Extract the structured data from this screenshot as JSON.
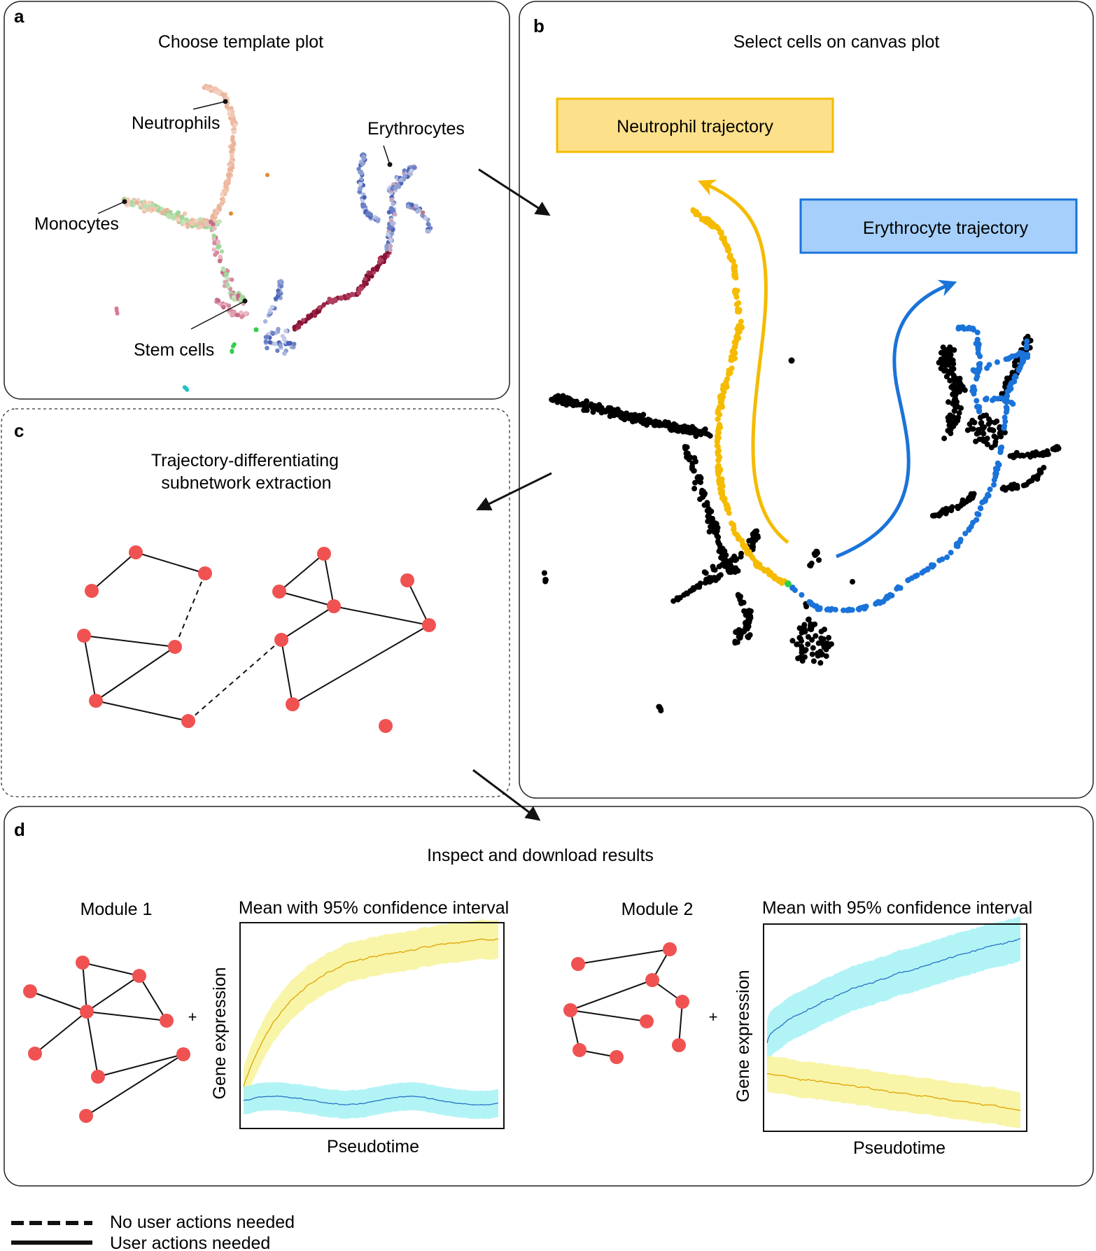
{
  "panel_a": {
    "letter": "a",
    "title": "Choose template plot",
    "labels": {
      "neutrophils": "Neutrophils",
      "erythrocytes": "Erythrocytes",
      "monocytes": "Monocytes",
      "stem_cells": "Stem cells"
    }
  },
  "panel_b": {
    "letter": "b",
    "title": "Select cells on canvas plot",
    "neutrophil_box": "Neutrophil trajectory",
    "erythrocyte_box": "Erythrocyte trajectory"
  },
  "panel_c": {
    "letter": "c",
    "title_line1": "Trajectory-differentiating",
    "title_line2": "subnetwork extraction"
  },
  "panel_d": {
    "letter": "d",
    "title": "Inspect and download results",
    "module1": "Module 1",
    "module2": "Module 2",
    "plus": "+",
    "chart1_title": "Mean with 95% confidence interval",
    "chart2_title": "Mean with 95% confidence interval",
    "ylabel": "Gene expression",
    "xlabel": "Pseudotime"
  },
  "legend": {
    "dashed": "No user actions needed",
    "solid": "User actions needed"
  },
  "colors": {
    "node": "#f05252",
    "neutrophil": "#f5bb00",
    "neutrophil_box_fill": "#fde08a",
    "erythrocyte": "#1a73d9",
    "erythrocyte_box_fill": "#a6d0fb",
    "band_yellow": "#f7f39a",
    "line_yellow": "#e0a400",
    "band_cyan": "#a4f2f5",
    "line_blue": "#2874c4"
  },
  "chart_data": [
    {
      "type": "line",
      "title": "Mean with 95% confidence interval",
      "xlabel": "Pseudotime",
      "ylabel": "Gene expression",
      "series": [
        {
          "color": "yellow",
          "trend": "rises steeply early then plateaus high"
        },
        {
          "color": "blue",
          "trend": "low and flat"
        }
      ]
    },
    {
      "type": "line",
      "title": "Mean with 95% confidence interval",
      "xlabel": "Pseudotime",
      "ylabel": "Gene expression",
      "series": [
        {
          "color": "blue",
          "trend": "rises gradually to high"
        },
        {
          "color": "yellow",
          "trend": "decreases slowly from moderate to low"
        }
      ]
    }
  ]
}
